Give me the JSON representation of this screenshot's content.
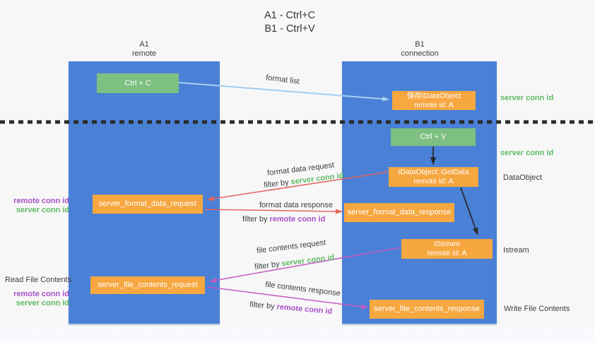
{
  "title": {
    "line1": "A1 - Ctrl+C",
    "line2": "B1 - Ctrl+V"
  },
  "lanes": {
    "a1": {
      "name": "A1",
      "subtitle": "remote"
    },
    "b1": {
      "name": "B1",
      "subtitle": "connection"
    }
  },
  "nodes": {
    "ctrl_c": {
      "label": "Ctrl + C"
    },
    "ctrl_v": {
      "label": "Ctrl + V"
    },
    "save_dataobject": {
      "line1": "保存IDataObject",
      "line2": "remote id: A"
    },
    "getdata": {
      "line1": "IDataObject::GetData",
      "line2": "remote id: A"
    },
    "istream": {
      "line1": "IStream",
      "line2": "remote id: A"
    },
    "format_request": {
      "label": "server_format_data_request"
    },
    "format_response": {
      "label": "server_format_data_response"
    },
    "file_request": {
      "label": "server_file_contents_request"
    },
    "file_response": {
      "label": "server_file_contents_response"
    }
  },
  "arrow_labels": {
    "format_list": "format list",
    "format_data_request": "format data request",
    "format_data_response": "format data response",
    "file_contents_request": "file contents request",
    "file_contents_response": "file contents response",
    "filter_by": "filter by",
    "server_conn_id": "server conn id",
    "remote_conn_id": "remote conn id"
  },
  "annotations": {
    "right_server_conn_id_1": "server conn id",
    "right_server_conn_id_2": "server conn id",
    "dataobject": "DataObject",
    "istream": "Istream",
    "read_file_contents": "Read File Contents",
    "write_file_contents": "Write File Contents",
    "left_pair1": {
      "remote": "remote conn id",
      "server": "server conn id"
    },
    "left_pair2": {
      "remote": "remote conn id",
      "server": "server conn id"
    }
  },
  "colors": {
    "column_blue": "#4a81d6",
    "node_green": "#7dc081",
    "node_orange": "#f6a740",
    "arrow_lightblue": "#a5cff0",
    "arrow_red": "#e8635c",
    "arrow_magenta": "#c45ac2",
    "arrow_black": "#2b2b2b",
    "text_green": "#5fba64",
    "text_purple": "#a84fc8",
    "text_dark": "#3d3d3d"
  }
}
